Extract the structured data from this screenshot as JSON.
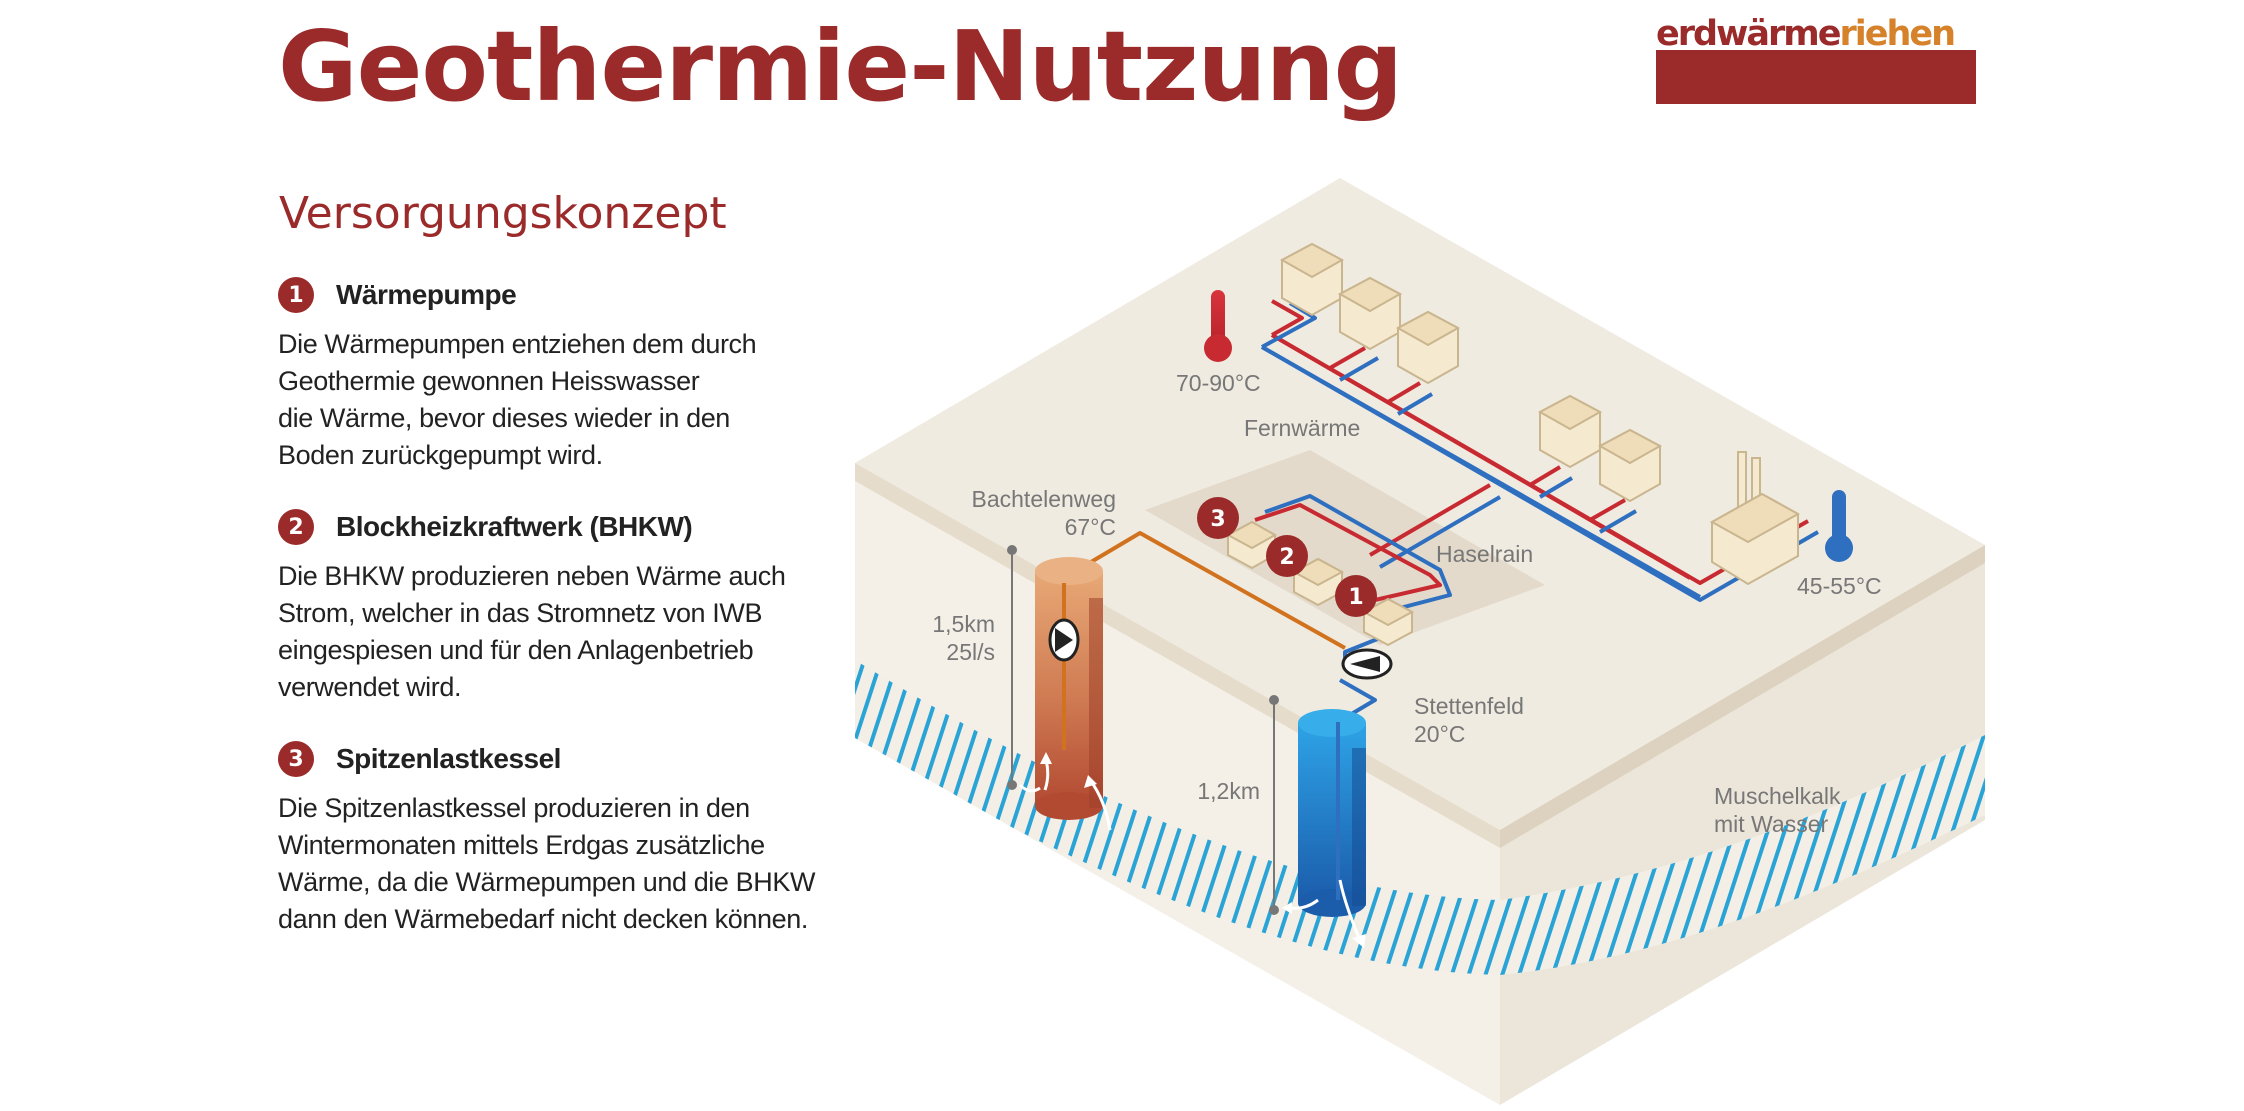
{
  "header": {
    "title": "Geothermie-Nutzung",
    "logo_part1": "erdwärme",
    "logo_part2": "riehen"
  },
  "concept": {
    "heading": "Versorgungskonzept",
    "items": [
      {
        "number": "1",
        "title": "Wärmepumpe",
        "lines": [
          "Die Wärmepumpen entziehen dem durch",
          "Geothermie gewonnen Heisswasser",
          "die Wärme, bevor dieses wieder in den",
          "Boden zurückgepumpt wird."
        ]
      },
      {
        "number": "2",
        "title": "Blockheizkraftwerk (BHKW)",
        "lines": [
          "Die BHKW produzieren neben Wärme auch",
          "Strom, welcher in das Stromnetz von IWB",
          "eingespiesen und für den Anlagenbetrieb",
          "verwendet wird."
        ]
      },
      {
        "number": "3",
        "title": "Spitzenlastkessel",
        "lines": [
          "Die Spitzenlastkessel produzieren in den",
          "Wintermonaten mittels Erdgas zusätzliche",
          "Wärme, da die Wärmepumpen und die BHKW",
          "dann den Wärmebedarf nicht decken können."
        ]
      }
    ]
  },
  "diagram": {
    "temp_hot": "70-90°C",
    "temp_cold": "45-55°C",
    "fernwaerme": "Fernwärme",
    "haselrain": "Haselrain",
    "bachtelenweg": "Bachtelenweg",
    "bachtelenweg_temp": "67°C",
    "well1_depth": "1,5km",
    "well1_flow": "25l/s",
    "stettenfeld": "Stettenfeld",
    "stettenfeld_temp": "20°C",
    "well2_depth": "1,2km",
    "muschelkalk_line1": "Muschelkalk",
    "muschelkalk_line2": "mit Wasser",
    "badges": [
      "3",
      "2",
      "1"
    ],
    "colors": {
      "brand_red": "#9b2a2a",
      "brand_orange": "#d5822a",
      "hot_pipe": "#c82a32",
      "cold_pipe": "#2f6fc0",
      "ground": "#ede7db",
      "aquifer_stripe": "#2aa3d6"
    }
  }
}
